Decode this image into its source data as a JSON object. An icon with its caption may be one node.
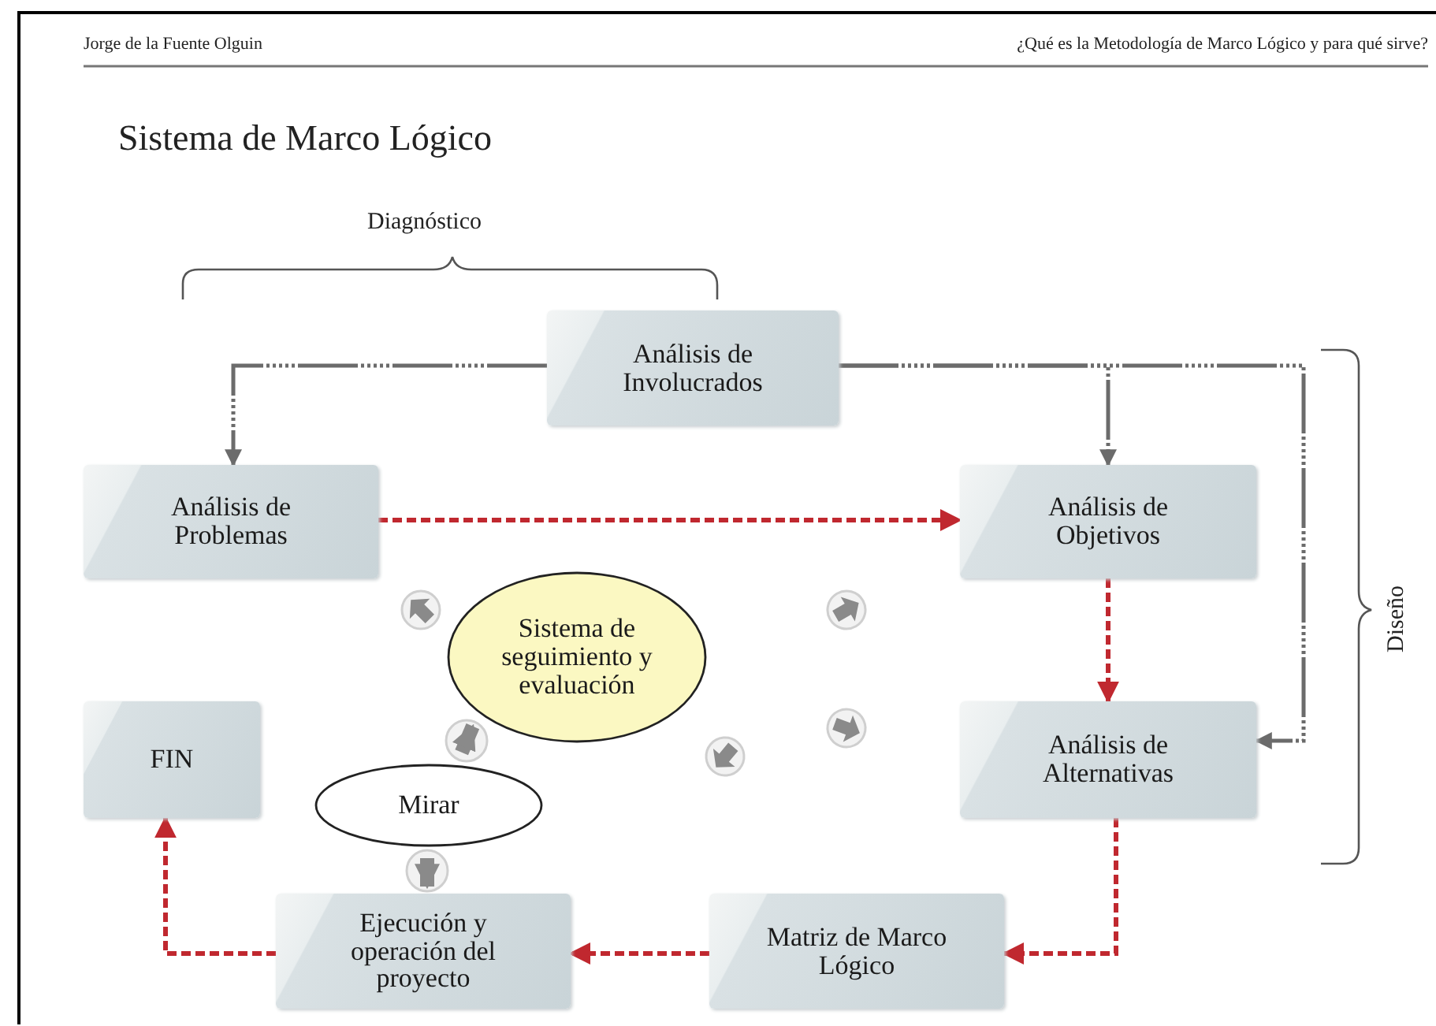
{
  "diagram": {
    "title": "Sistema de Marco Lógico",
    "nodes": [
      {
        "text": [
          "Análisis de Involucrados"
        ]
      },
      {
        "text": [
          "Análisis de Problemas"
        ]
      },
      {
        "text": [
          "Análisis de Objetivos"
        ]
      },
      {
        "text": [
          "Sistema de seguimiento y evaluación"
        ]
      },
      {
        "text": [
          "FIN"
        ]
      },
      {
        "text": [
          "Mirar"
        ]
      },
      {
        "text": [
          "Análisis de Alternativas"
        ]
      },
      {
        "text": [
          "Ejecución y operación del proyecto"
        ]
      },
      {
        "text": [
          "Matriz de Marco Lógico"
        ]
      }
    ],
    "edges": [
      {
        "from": 0,
        "to": 1,
        "arrow": "to",
        "style": "dashed",
        "color": "#6b6b6b"
      },
      {
        "from": 0,
        "to": 2,
        "arrow": "to",
        "style": "dashed",
        "color": "#6b6b6b"
      },
      {
        "from": 0,
        "to": 6,
        "arrow": "to",
        "style": "dashed",
        "color": "#6b6b6b"
      },
      {
        "from": 1,
        "to": 2,
        "arrow": "to",
        "style": "dashed"
      },
      {
        "from": 2,
        "to": 6,
        "arrow": "to",
        "style": "dashed"
      },
      {
        "from": 6,
        "to": 8,
        "arrow": "to",
        "style": "dashed"
      },
      {
        "from": 8,
        "to": 7,
        "arrow": "to",
        "style": "dashed"
      },
      {
        "from": 7,
        "to": 4,
        "arrow": "to",
        "style": "dashed"
      },
      {
        "from": 5,
        "to": 3,
        "arrow": "to",
        "style": "thick",
        "color": "#8a8a8a"
      },
      {
        "from": 5,
        "to": 7,
        "arrow": "to",
        "style": "thick",
        "color": "#8a8a8a"
      }
    ],
    "labels": [
      "Jorge de la Fuente Olguin",
      "¿Qué es la Metodología de Marco Lógico y para qué sirve?",
      "Diagnóstico",
      "Diseño"
    ]
  }
}
